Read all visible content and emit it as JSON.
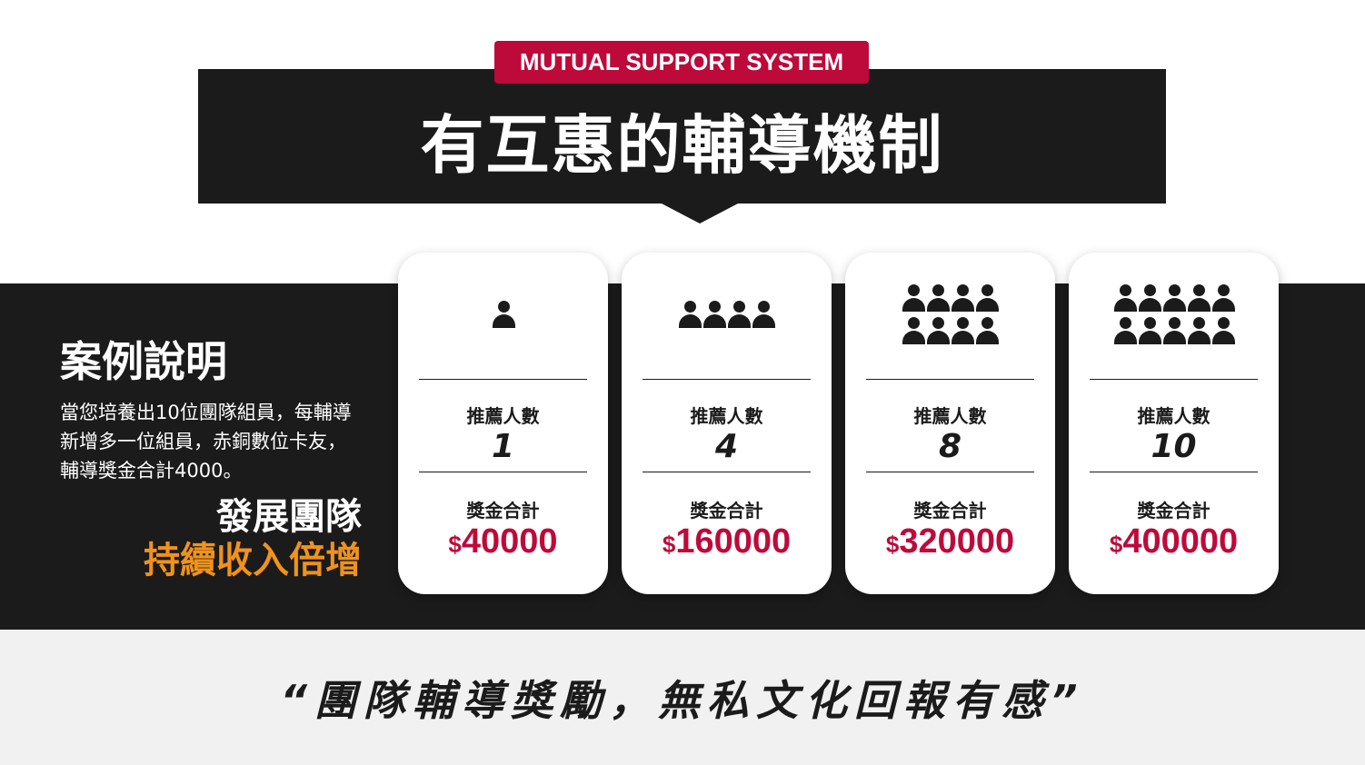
{
  "header": {
    "tag": "MUTUAL SUPPORT SYSTEM",
    "title": "有互惠的輔導機制"
  },
  "case": {
    "heading": "案例說明",
    "description": "當您培養出10位團隊組員，每輔導新增多一位組員，赤銅數位卡友，輔導獎金合計4000。",
    "slogan_line1": "發展團隊",
    "slogan_line2": "持續收入倍增"
  },
  "cards": [
    {
      "people_icons": 1,
      "label_count": "推薦人數",
      "count": "1",
      "label_bonus": "獎金合計",
      "currency": "$",
      "bonus": "40000"
    },
    {
      "people_icons": 4,
      "label_count": "推薦人數",
      "count": "4",
      "label_bonus": "獎金合計",
      "currency": "$",
      "bonus": "160000"
    },
    {
      "people_icons": 8,
      "label_count": "推薦人數",
      "count": "8",
      "label_bonus": "獎金合計",
      "currency": "$",
      "bonus": "320000"
    },
    {
      "people_icons": 10,
      "label_count": "推薦人數",
      "count": "10",
      "label_bonus": "獎金合計",
      "currency": "$",
      "bonus": "400000"
    }
  ],
  "quote": "“團隊輔導獎勵，無私文化回報有感”",
  "colors": {
    "accent": "#be0a3a",
    "orange": "#f0921c",
    "dark": "#1b1b1b"
  }
}
